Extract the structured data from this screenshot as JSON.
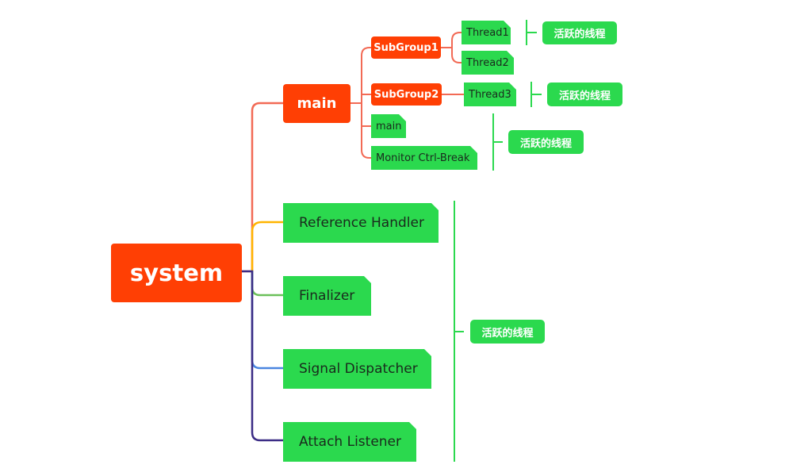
{
  "root": {
    "label": "system"
  },
  "main_node": {
    "label": "main"
  },
  "subgroups": [
    {
      "label": "SubGroup1",
      "threads": [
        "Thread1",
        "Thread2"
      ]
    },
    {
      "label": "SubGroup2",
      "threads": [
        "Thread3"
      ]
    }
  ],
  "main_threads": [
    "main",
    "Monitor Ctrl-Break"
  ],
  "system_threads": [
    "Reference Handler",
    "Finalizer",
    "Signal Dispatcher",
    "Attach Listener"
  ],
  "badge_label": "活跃的线程",
  "colors": {
    "red_node": "#ff3f04",
    "green_node": "#2bd94e",
    "line_main": "#f26a55",
    "line_reference": "#ffb400",
    "line_finalizer": "#6bc05a",
    "line_signal": "#4a86e0",
    "line_attach": "#3b2c85"
  }
}
